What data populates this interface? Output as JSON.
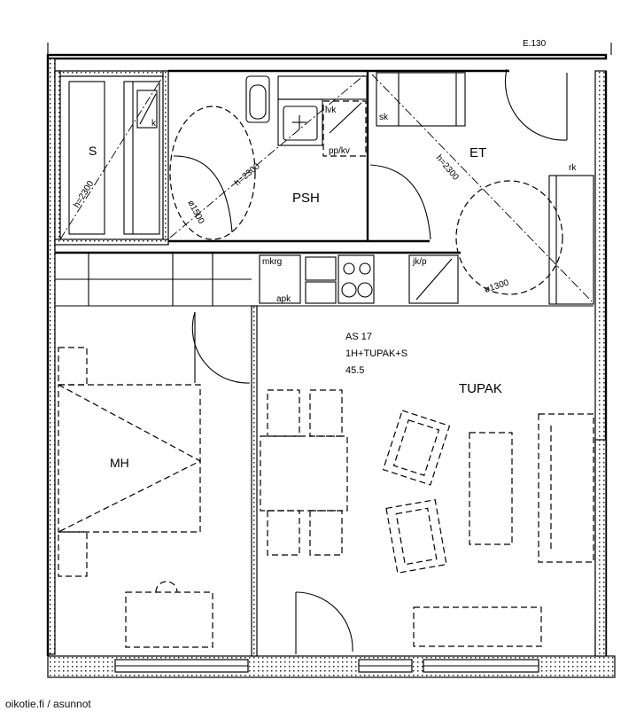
{
  "rooms": {
    "storage": "S",
    "bathroom": "PSH",
    "entrance": "ET",
    "living": "TUPAK",
    "bedroom": "MH"
  },
  "apartment": {
    "code": "AS 17",
    "type": "1H+TUPAK+S",
    "area": "45.5"
  },
  "fixtures": {
    "k": "k",
    "lvk": "lvk",
    "ppkv": "pp/kv",
    "sk": "sk",
    "rk": "rk",
    "mkrg": "mkrg",
    "apk": "apk",
    "jkp": "jk/p"
  },
  "dimensions": {
    "h_storage": "h=2300",
    "h_bath": "h=2300",
    "h_entry": "h=2300",
    "d_bath": "ø1500",
    "d_entry": "ø1300",
    "top_partial": "E.130"
  },
  "watermark": "oikotie.fi / asunnot"
}
